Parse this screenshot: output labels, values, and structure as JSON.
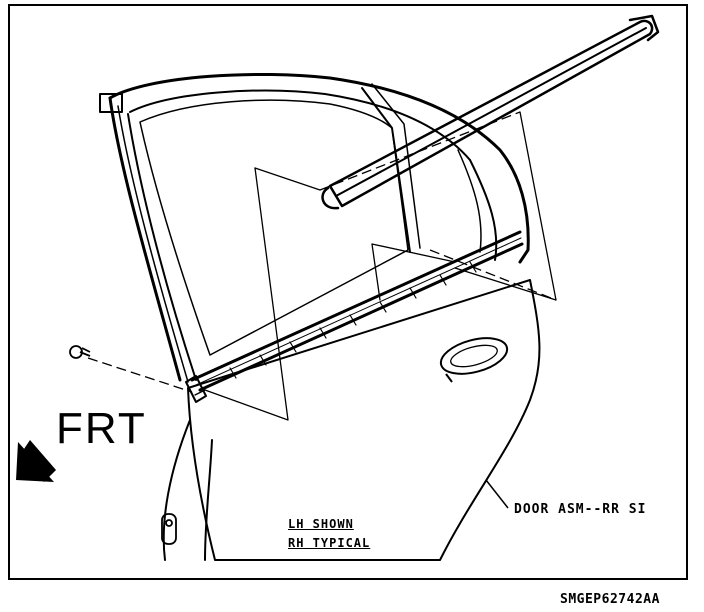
{
  "labels": {
    "front_arrow": "FRT",
    "door_callout": "DOOR ASM--RR SI",
    "view_note_1": "LH SHOWN",
    "view_note_2": "RH TYPICAL",
    "figure_code": "SMGEP62742AA"
  },
  "colors": {
    "line": "#000000",
    "background": "#ffffff"
  },
  "icons": {
    "front_arrow": "front-direction-arrow-icon",
    "fastener": "screw-icon",
    "door_handle": "door-handle-icon",
    "lock": "door-lock-icon"
  }
}
